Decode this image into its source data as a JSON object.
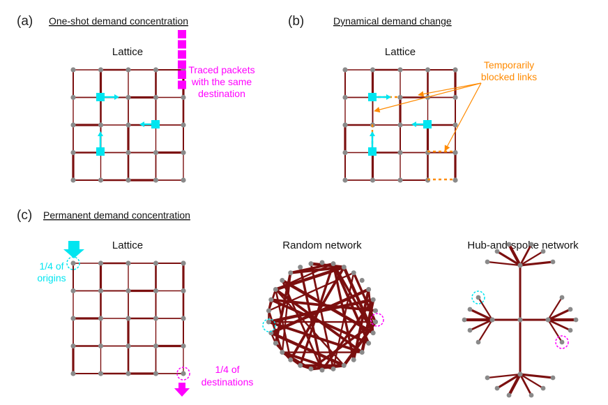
{
  "panels": {
    "a": {
      "letter": "(a)",
      "title": "One-shot demand concentration",
      "network": "Lattice",
      "annotation": [
        "Traced packets",
        "with the same",
        "destination"
      ]
    },
    "b": {
      "letter": "(b)",
      "title": "Dynamical demand change",
      "network": "Lattice",
      "annotation": [
        "Temporarily",
        "blocked links"
      ]
    },
    "c": {
      "letter": "(c)",
      "title": "Permanent demand concentration",
      "lattice": "Lattice",
      "random": "Random network",
      "hub": "Hub-and-spoke network",
      "origins": [
        "1/4 of",
        "origins"
      ],
      "destinations": [
        "1/4 of",
        "destinations"
      ]
    }
  },
  "colors": {
    "link": "#7b0f0f",
    "node": "#8a8a8a",
    "packet": "#00e5f0",
    "destination": "#ff00ff",
    "blocked": "#ff8a00"
  }
}
